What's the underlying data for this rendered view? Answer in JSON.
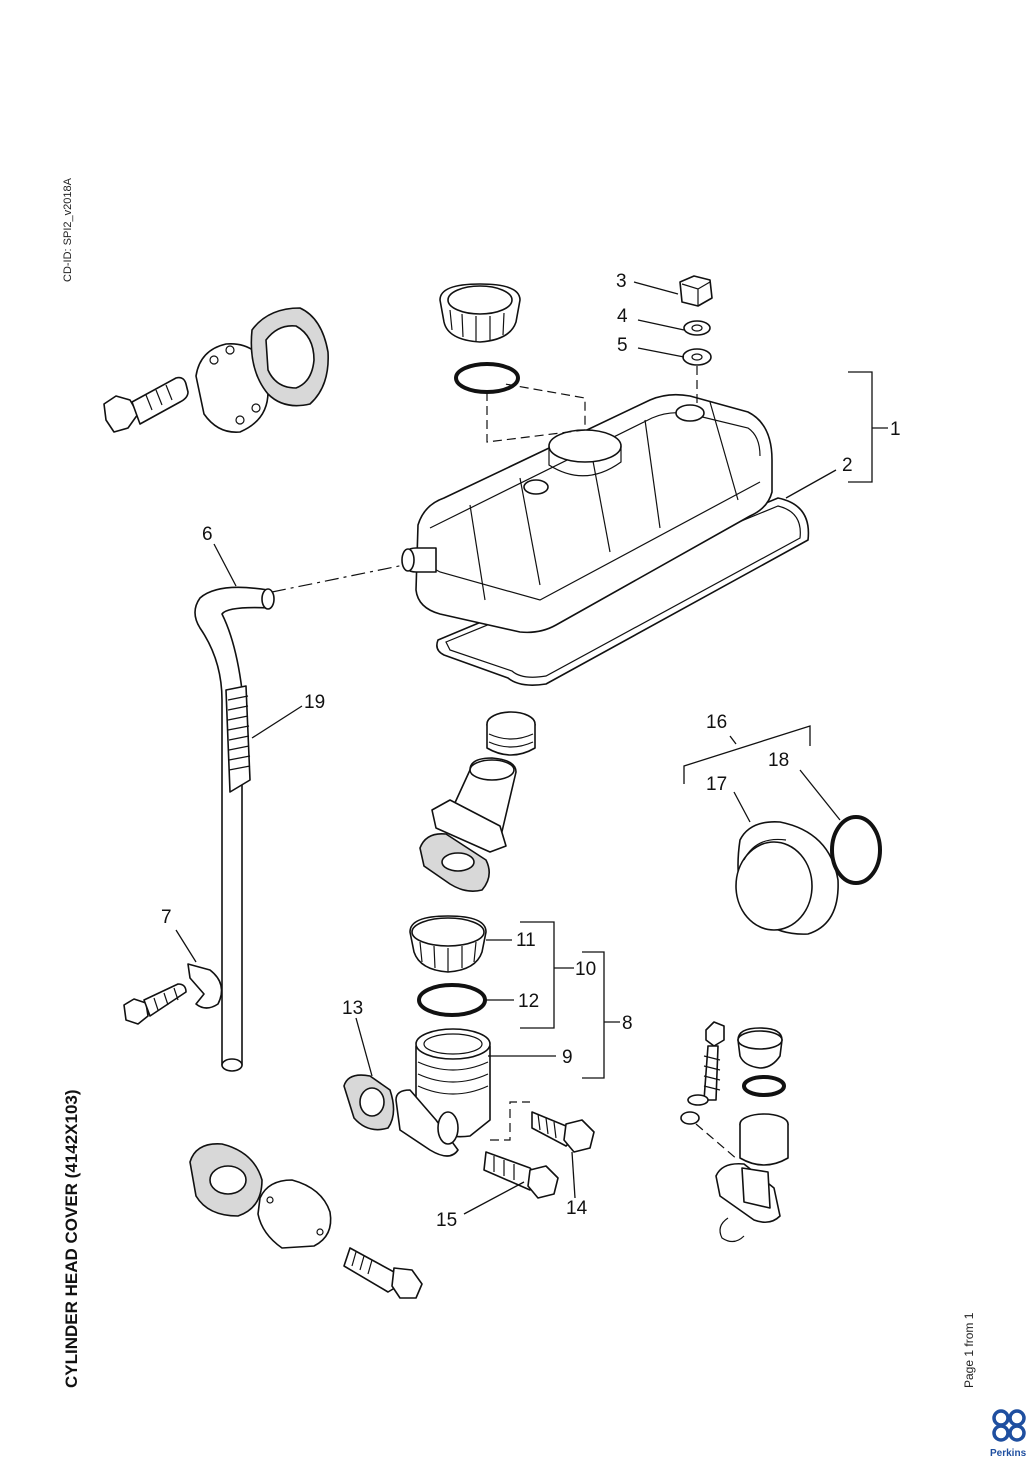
{
  "document": {
    "cd_id": "CD-ID: SPI2_v2018A",
    "title": "CYLINDER HEAD COVER (4142X103)",
    "page_info": "Page 1 from 1",
    "brand": "Perkins"
  },
  "colors": {
    "line": "#111111",
    "gasket_fill": "#d8d8d8",
    "brand_blue": "#1f4fa0"
  },
  "callouts": [
    "1",
    "2",
    "3",
    "4",
    "5",
    "6",
    "7",
    "8",
    "9",
    "10",
    "11",
    "12",
    "13",
    "14",
    "15",
    "16",
    "17",
    "18",
    "19"
  ]
}
